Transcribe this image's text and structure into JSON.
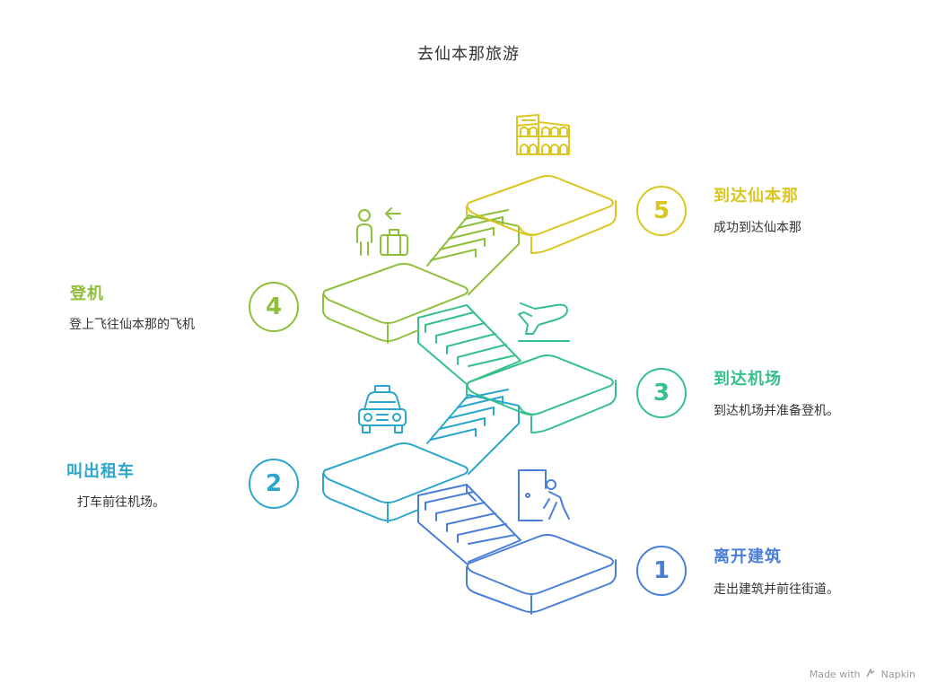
{
  "title": "去仙本那旅游",
  "colors": {
    "step1": "#4a7fd9",
    "step2": "#2aa6cc",
    "step3": "#35c08a",
    "step4": "#8fbf3a",
    "step5": "#dbc51f"
  },
  "steps": [
    {
      "number": "1",
      "title": "离开建筑",
      "description": "走出建筑并前往街道。",
      "icon": "door-exit-icon"
    },
    {
      "number": "2",
      "title": "叫出租车",
      "description": "打车前往机场。",
      "icon": "taxi-icon"
    },
    {
      "number": "3",
      "title": "到达机场",
      "description": "到达机场并准备登机。",
      "icon": "airplane-icon"
    },
    {
      "number": "4",
      "title": "登机",
      "description": "登上飞往仙本那的飞机",
      "icon": "traveler-luggage-icon"
    },
    {
      "number": "5",
      "title": "到达仙本那",
      "description": "成功到达仙本那",
      "icon": "landmark-building-icon"
    }
  ],
  "footer": {
    "prefix": "Made with",
    "brand": "Napkin"
  }
}
